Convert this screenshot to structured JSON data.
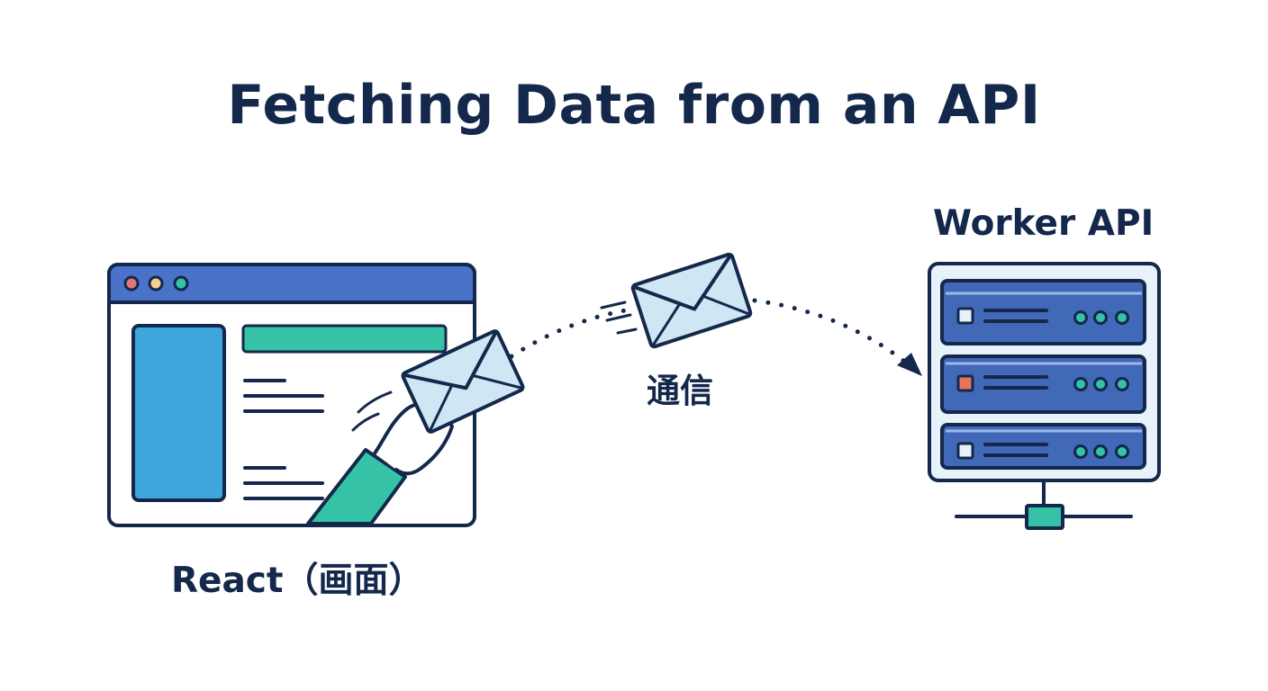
{
  "diagram": {
    "title": "Fetching Data from an API",
    "nodes": {
      "client": {
        "label": "React（画面）"
      },
      "server": {
        "label": "Worker API"
      }
    },
    "edge": {
      "label": "通信"
    }
  },
  "colors": {
    "ink": "#14284b",
    "titlebar": "#4a72c9",
    "sidebar": "#3fa6dc",
    "accent_teal": "#35c2a6",
    "envelope": "#cfe6f4",
    "rack_blue": "#4268b8",
    "light_panel": "#e8f2fb",
    "dot_red": "#e8727a",
    "dot_yellow": "#f2d08e",
    "dot_green": "#35c2a6",
    "status_red": "#e8735a"
  },
  "icons": [
    "browser-window-icon",
    "hand-icon",
    "envelope-icon",
    "server-rack-icon",
    "network-icon",
    "arrowhead-icon"
  ]
}
